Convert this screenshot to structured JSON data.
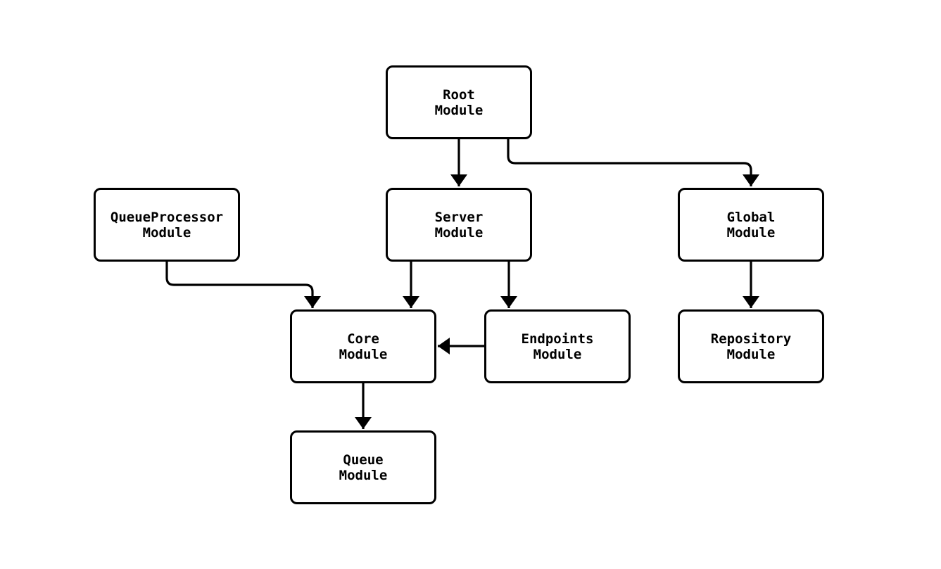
{
  "diagram": {
    "type": "flowchart",
    "background_color": "#ffffff",
    "stroke_color": "#000000",
    "node_fill_color": "#ffffff",
    "text_color": "#000000",
    "nodes": [
      {
        "id": "root",
        "line1": "Root",
        "line2": "Module"
      },
      {
        "id": "queueprocessor",
        "line1": "QueueProcessor",
        "line2": "Module"
      },
      {
        "id": "server",
        "line1": "Server",
        "line2": "Module"
      },
      {
        "id": "global",
        "line1": "Global",
        "line2": "Module"
      },
      {
        "id": "core",
        "line1": "Core",
        "line2": "Module"
      },
      {
        "id": "endpoints",
        "line1": "Endpoints",
        "line2": "Module"
      },
      {
        "id": "repository",
        "line1": "Repository",
        "line2": "Module"
      },
      {
        "id": "queue",
        "line1": "Queue",
        "line2": "Module"
      }
    ],
    "edges": [
      {
        "from": "Root Module",
        "to": "Server Module"
      },
      {
        "from": "Root Module",
        "to": "Global Module"
      },
      {
        "from": "QueueProcessor Module",
        "to": "Core Module"
      },
      {
        "from": "Server Module",
        "to": "Core Module"
      },
      {
        "from": "Server Module",
        "to": "Endpoints Module"
      },
      {
        "from": "Global Module",
        "to": "Repository Module"
      },
      {
        "from": "Endpoints Module",
        "to": "Core Module"
      },
      {
        "from": "Core Module",
        "to": "Queue Module"
      }
    ]
  }
}
